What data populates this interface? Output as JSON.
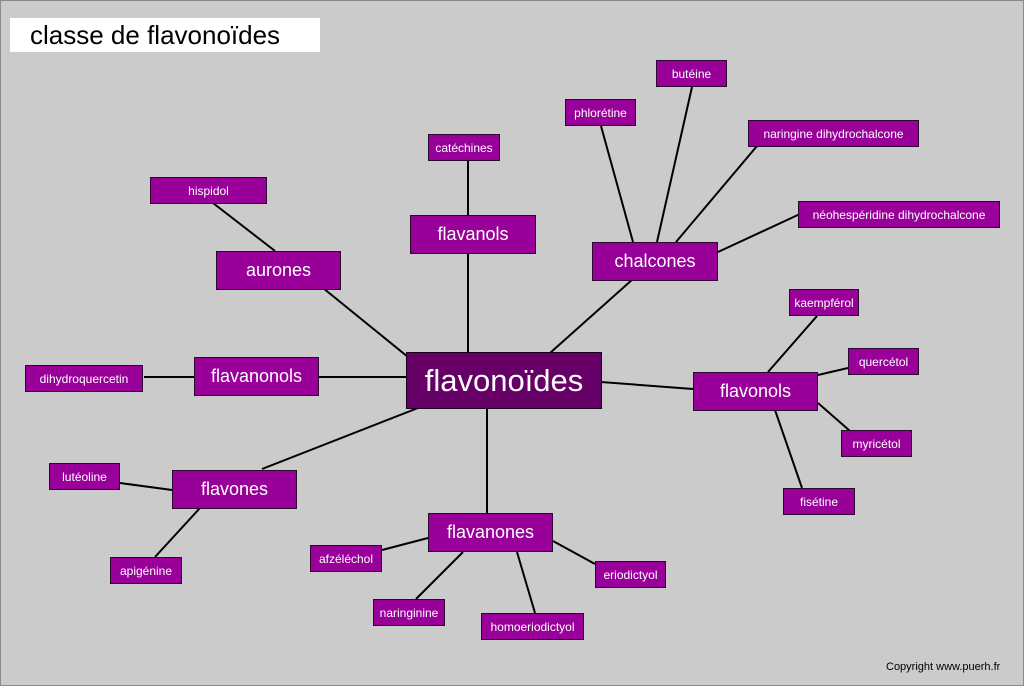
{
  "title": "classe de flavonoïdes",
  "center": "flavonoïdes",
  "classes": {
    "aurones": "aurones",
    "flavanols": "flavanols",
    "chalcones": "chalcones",
    "flavanonols": "flavanonols",
    "flavonols": "flavonols",
    "flavones": "flavones",
    "flavanones": "flavanones"
  },
  "compounds": {
    "hispidol": "hispidol",
    "catechines": "catéchines",
    "phloretine": "phlorétine",
    "buteine": "butéine",
    "naringine_dhc": "naringine dihydrochalcone",
    "neohesperidine_dhc": "néohespéridine dihydrochalcone",
    "kaempferol": "kaempférol",
    "quercetol": "quercétol",
    "myricetol": "myricétol",
    "fisetine": "fisétine",
    "dihydroquercetin": "dihydroquercetin",
    "luteoline": "lutéoline",
    "apigenine": "apigénine",
    "afzelechol": "afzéléchol",
    "naringinine": "naringinine",
    "homoeriodictyol": "homoeriodictyol",
    "eriodictyol": "eriodictyol"
  },
  "copyright": "Copyright www.puerh.fr",
  "colors": {
    "background": "#cbcbcb",
    "node": "#990099",
    "center_node": "#660066",
    "edge": "#000000"
  }
}
